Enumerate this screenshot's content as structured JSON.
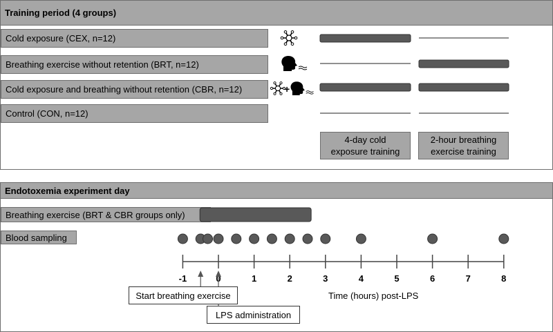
{
  "training": {
    "title": "Training period (4 groups)",
    "groups": [
      {
        "label": "Cold exposure (CEX,  n=12)",
        "icon": "snowflake-icon",
        "cold_exposure": "bar",
        "breathing_exercise": "line"
      },
      {
        "label": "Breathing exercise without retention (BRT, n=12)",
        "icon": "breathing-head-icon",
        "cold_exposure": "line",
        "breathing_exercise": "bar"
      },
      {
        "label": "Cold exposure and breathing without retention (CBR,  n=12)",
        "icon": "snowflake-plus-breathing-icon",
        "cold_exposure": "bar",
        "breathing_exercise": "bar"
      },
      {
        "label": "Control (CON, n=12)",
        "icon": "",
        "cold_exposure": "line",
        "breathing_exercise": "line"
      }
    ],
    "columns": [
      {
        "line1": "4-day cold",
        "line2": "exposure training"
      },
      {
        "line1": "2-hour breathing",
        "line2": "exercise training"
      }
    ]
  },
  "endotoxemia": {
    "title": "Endotoxemia experiment day",
    "breathing_label": "Breathing exercise (BRT & CBR groups only)",
    "breathing_span_hours": [
      -0.5,
      2.6
    ],
    "sampling_label": "Blood sampling",
    "sampling_times_hours": [
      -1,
      -0.5,
      -0.3,
      0,
      0.5,
      1,
      1.5,
      2,
      2.5,
      3,
      4,
      6,
      8
    ],
    "axis": {
      "ticks": [
        -1,
        0,
        1,
        2,
        3,
        4,
        5,
        6,
        7,
        8
      ],
      "tick_labels": [
        "-1",
        "0",
        "1",
        "2",
        "3",
        "4",
        "5",
        "6",
        "7",
        "8"
      ],
      "label": "Time (hours) post-LPS"
    },
    "start_breathing_label": "Start breathing exercise",
    "start_breathing_time": -0.5,
    "lps_label": "LPS administration",
    "lps_time": 0
  },
  "colors": {
    "panel_fill": "#a6a6a6",
    "border": "#6e6e6e",
    "bar_fill": "#595959",
    "dot_fill": "#595959"
  }
}
